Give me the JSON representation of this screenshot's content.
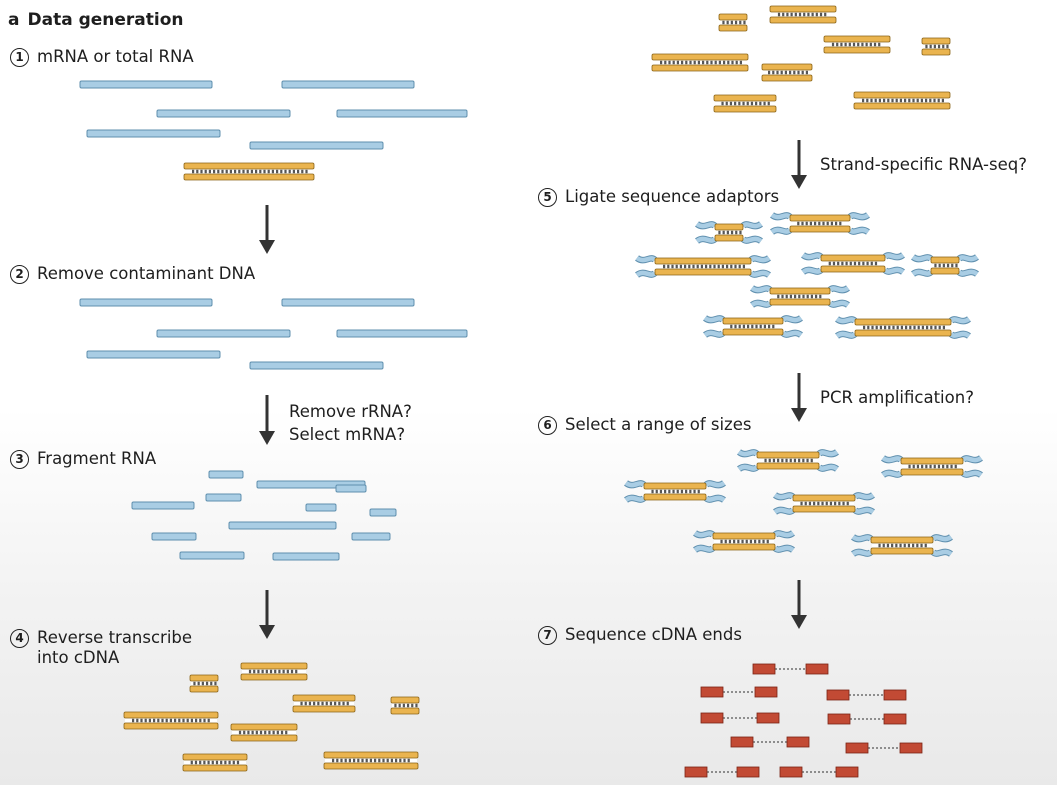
{
  "panel": {
    "letter": "a",
    "title": "Data generation"
  },
  "steps": [
    {
      "num": "1",
      "label": "mRNA or total RNA"
    },
    {
      "num": "2",
      "label": "Remove contaminant DNA"
    },
    {
      "num": "3",
      "label": "Fragment RNA"
    },
    {
      "num": "4",
      "label": "Reverse transcribe",
      "label2": "into cDNA"
    },
    {
      "num": "5",
      "label": "Ligate sequence adaptors"
    },
    {
      "num": "6",
      "label": "Select a range of sizes"
    },
    {
      "num": "7",
      "label": "Sequence cDNA ends"
    }
  ],
  "annotations": {
    "remove_rrna": "Remove rRNA?",
    "select_mrna": "Select mRNA?",
    "strand_specific": "Strand-specific RNA-seq?",
    "pcr": "PCR amplification?"
  },
  "colors": {
    "rna_fill": "#a9cde4",
    "rna_edge": "#5f8fae",
    "dna_fill": "#eab44f",
    "dna_edge": "#8b6418",
    "read_fill": "#c24a34",
    "arrow": "#333333"
  }
}
